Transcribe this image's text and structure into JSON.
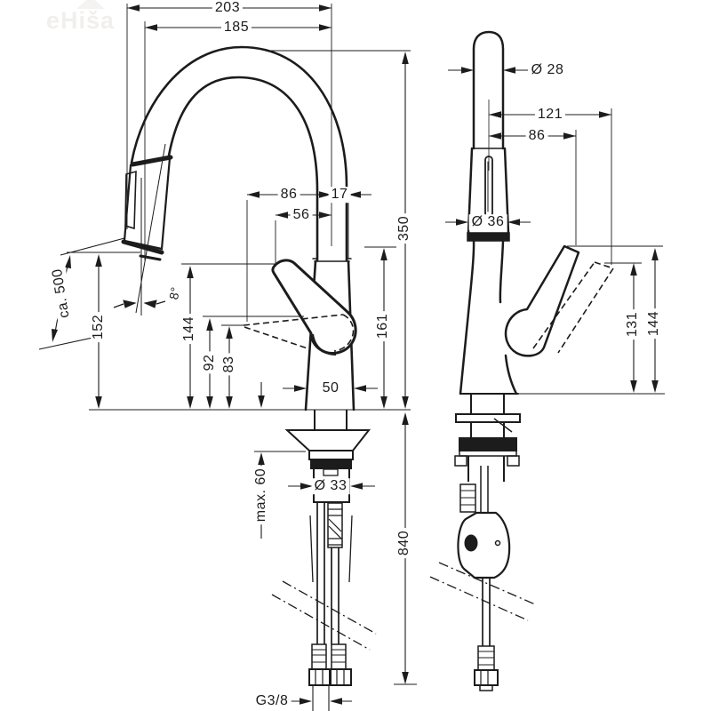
{
  "watermark": "eHiša",
  "colors": {
    "line": "#1c1c1c",
    "background": "#ffffff",
    "watermark": "#f0efee"
  },
  "front": {
    "reach_outer": "203",
    "reach_inner": "185",
    "outlet_to_axis": "86",
    "axis_to_edge": "17",
    "lever_to_axis": "56",
    "pullout_hose": "ca. 500",
    "spray_angle": "8°",
    "outlet_height_side": "152",
    "lever_tip_height": "144",
    "lever_down_upper": "92",
    "lever_down_tip": "83",
    "outlet_height": "161",
    "spout_top_height": "350",
    "base_width": "50",
    "counter_thickness": "max. 60",
    "shank_diameter": "Ø 33",
    "mounting_length": "840",
    "thread": "G3/8"
  },
  "side": {
    "pipe_diameter": "Ø 28",
    "handle_reach_open": "121",
    "handle_reach": "86",
    "grip_diameter": "Ø 36",
    "handle_height_open": "131",
    "handle_height": "144"
  }
}
